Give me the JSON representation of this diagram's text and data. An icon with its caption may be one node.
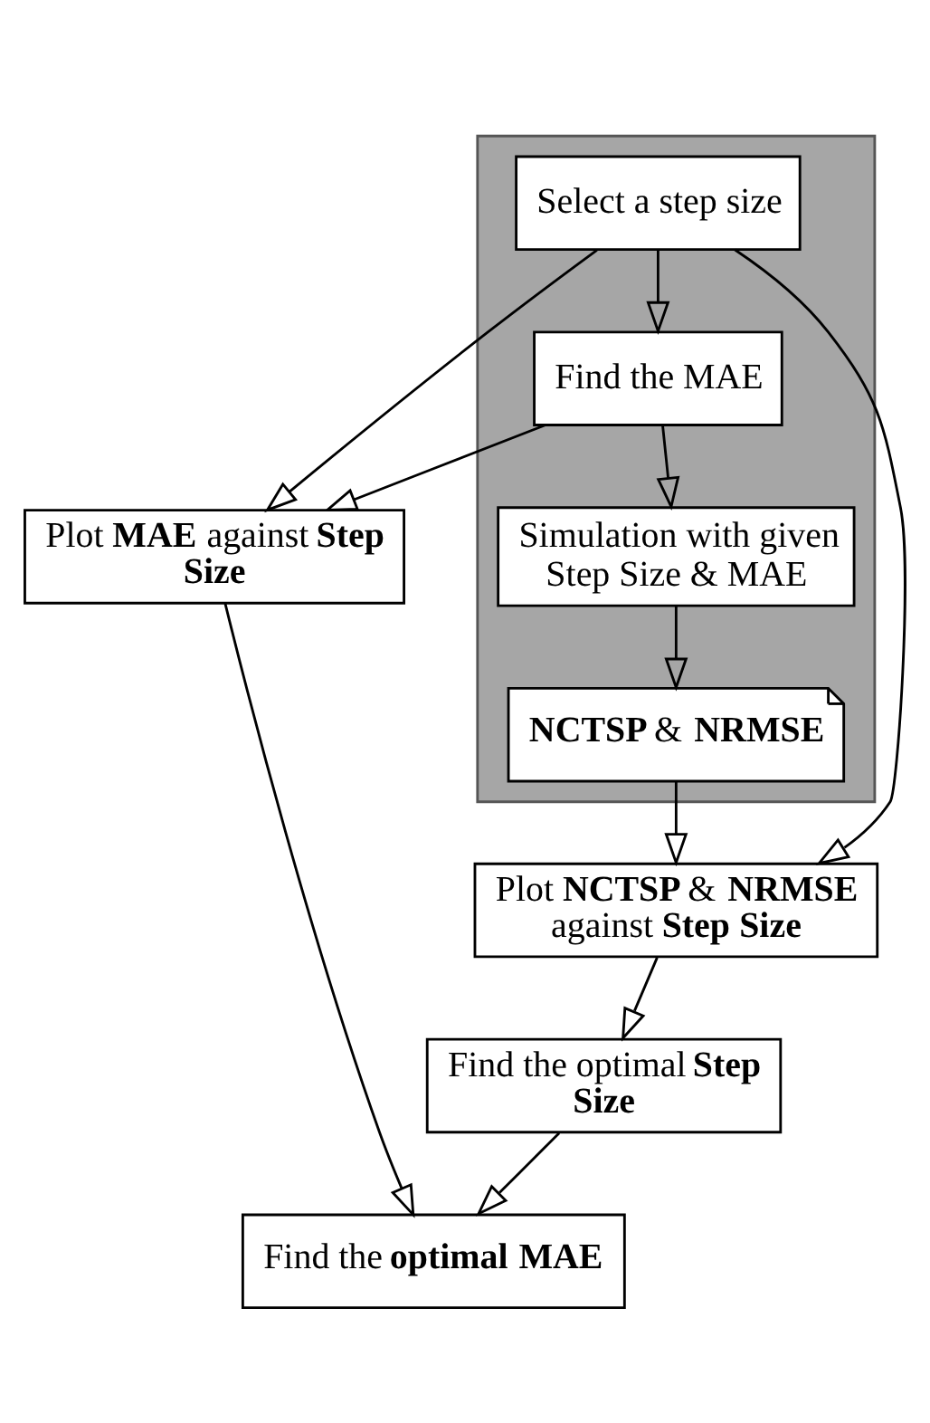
{
  "diagram": {
    "nodes": [
      {
        "text": [],
        "shape": "box"
      },
      {
        "text": [
          "Select a step size"
        ],
        "in": 0
      },
      {
        "text": [
          "Find the MAE"
        ],
        "in": 0
      },
      {
        "text": [
          "Simulation with given Step Size & MAE"
        ],
        "in": 0
      },
      {
        "text": [
          "**NCTSP** & **NRMSE**"
        ],
        "in": 0
      },
      {
        "text": [
          "Plot **MAE** against **Step Size**"
        ]
      },
      {
        "text": [
          "Plot **NCTSP** & **NRMSE** against **Step Size**"
        ]
      },
      {
        "text": [
          "Find the optimal **Step Size**"
        ]
      },
      {
        "text": [
          "Find the **optimal MAE**"
        ]
      }
    ],
    "edges": [
      {
        "from": 1,
        "to": 2,
        "arrow": "to"
      },
      {
        "from": 2,
        "to": 3,
        "arrow": "to"
      },
      {
        "from": 3,
        "to": 4,
        "arrow": "to"
      },
      {
        "from": 1,
        "to": 5,
        "arrow": "to"
      },
      {
        "from": 2,
        "to": 5,
        "arrow": "to"
      },
      {
        "from": 4,
        "to": 6,
        "arrow": "to"
      },
      {
        "from": 1,
        "to": 6,
        "arrow": "to"
      },
      {
        "from": 6,
        "to": 7,
        "arrow": "to"
      },
      {
        "from": 5,
        "to": 8,
        "arrow": "to"
      },
      {
        "from": 7,
        "to": 8,
        "arrow": "to"
      }
    ]
  }
}
